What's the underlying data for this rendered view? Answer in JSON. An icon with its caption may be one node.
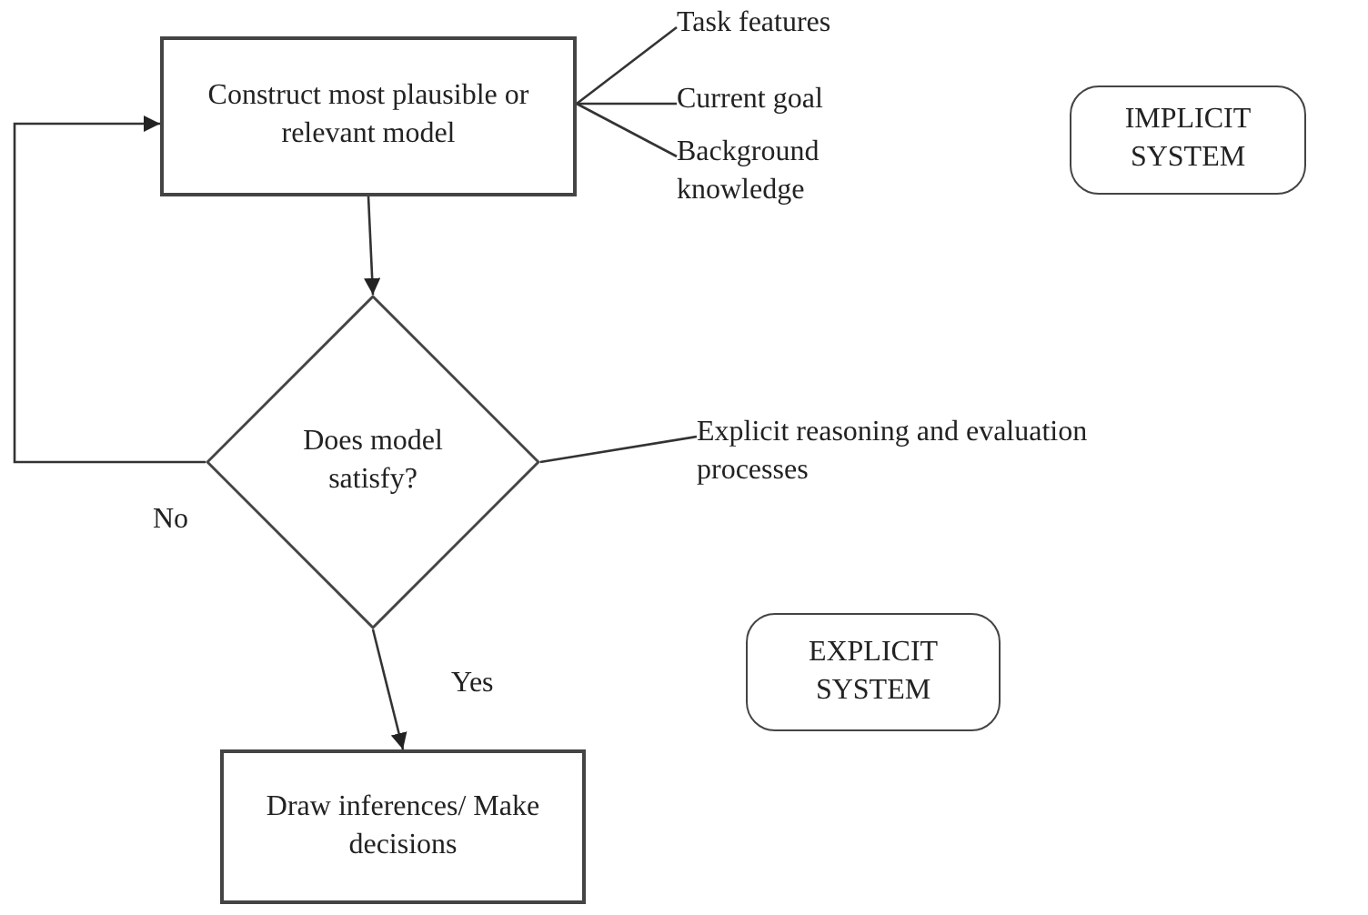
{
  "diagram": {
    "nodes": [
      {
        "text": [
          "Construct most plausible or relevant model"
        ]
      },
      {
        "text": [
          "Task features"
        ]
      },
      {
        "text": [
          "Current goal"
        ]
      },
      {
        "text": [
          "Background knowledge"
        ]
      },
      {
        "text": [
          "IMPLICIT SYSTEM"
        ]
      },
      {
        "text": [
          "Does model satisfy?"
        ]
      },
      {
        "text": [
          "Explicit reasoning and evaluation processes"
        ]
      },
      {
        "text": [
          "EXPLICIT SYSTEM"
        ]
      },
      {
        "text": [
          "Draw inferences/ Make decisions"
        ]
      }
    ],
    "edges": [
      {
        "from": 0,
        "to": 1,
        "arrow": "none"
      },
      {
        "from": 0,
        "to": 2,
        "arrow": "none"
      },
      {
        "from": 0,
        "to": 3,
        "arrow": "none"
      },
      {
        "from": 0,
        "to": 5,
        "arrow": "to"
      },
      {
        "from": 5,
        "to": 0,
        "arrow": "to",
        "label": "No"
      },
      {
        "from": 5,
        "to": 6,
        "arrow": "none"
      },
      {
        "from": 5,
        "to": 8,
        "arrow": "to",
        "label": "Yes"
      }
    ]
  }
}
